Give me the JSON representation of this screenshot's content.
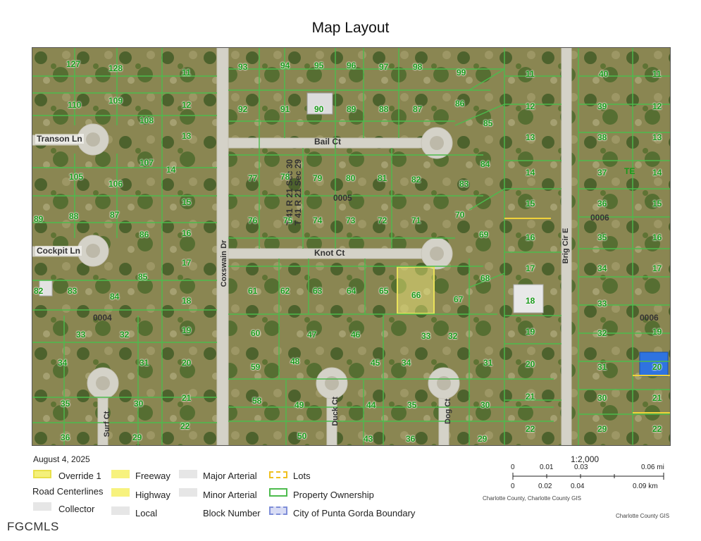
{
  "title": "Map Layout",
  "date": "August 4, 2025",
  "streets": {
    "transon": "Transon Ln",
    "cockpit": "Cockpit Ln",
    "coxswain": "Coxswain Dr",
    "bail": "Bail Ct",
    "knot": "Knot Ct",
    "brig": "Brig Cir E",
    "surf": "Surf Ct",
    "duck": "Duck Ct",
    "dog": "Dog Ct"
  },
  "section_labels": {
    "sec30": "T 41 R 21 Sec 30",
    "sec29": "T 41 R 21 Sec 29",
    "te": "TE"
  },
  "block_numbers": [
    "0005",
    "0006",
    "0004",
    "0006"
  ],
  "lot_numbers": {
    "topleft": [
      "127",
      "128",
      "11",
      "109",
      "110",
      "12",
      "108",
      "13",
      "107",
      "105",
      "106",
      "14",
      "88",
      "89",
      "87",
      "15",
      "86",
      "16",
      "17",
      "85",
      "82",
      "83",
      "84",
      "18",
      "33",
      "32",
      "19",
      "34",
      "31",
      "20",
      "35",
      "30",
      "21",
      "36",
      "29",
      "22"
    ],
    "center": [
      "93",
      "94",
      "95",
      "96",
      "97",
      "98",
      "99",
      "92",
      "91",
      "90",
      "89",
      "88",
      "87",
      "86",
      "85",
      "77",
      "78",
      "79",
      "80",
      "81",
      "82",
      "84",
      "83",
      "76",
      "75",
      "74",
      "73",
      "72",
      "71",
      "70",
      "69",
      "61",
      "62",
      "63",
      "64",
      "65",
      "66",
      "67",
      "68",
      "60",
      "47",
      "46",
      "45",
      "34",
      "33",
      "32",
      "31",
      "59",
      "48",
      "49",
      "44",
      "35",
      "30",
      "58",
      "50",
      "43",
      "36",
      "29"
    ],
    "right": [
      "11",
      "12",
      "13",
      "14",
      "15",
      "16",
      "17",
      "18",
      "19",
      "20",
      "21",
      "22",
      "40",
      "39",
      "38",
      "37",
      "36",
      "35",
      "34",
      "33",
      "32",
      "31",
      "30",
      "29",
      "11",
      "12",
      "13",
      "14",
      "15",
      "16",
      "17",
      "19",
      "20",
      "21",
      "22"
    ]
  },
  "legend": {
    "override": "Override 1",
    "road_centerlines": "Road Centerlines",
    "collector": "Collector",
    "freeway": "Freeway",
    "highway": "Highway",
    "local": "Local",
    "major_arterial": "Major Arterial",
    "minor_arterial": "Minor Arterial",
    "block_number": "Block Number",
    "lots": "Lots",
    "property_ownership": "Property Ownership",
    "city_boundary": "City of Punta Gorda Boundary"
  },
  "scale": {
    "ratio": "1:2,000",
    "mi_ticks": [
      "0",
      "0.01",
      "0.03",
      "0.06 mi"
    ],
    "km_ticks": [
      "0",
      "0.02",
      "0.04",
      "0.09 km"
    ]
  },
  "credits": {
    "scale_credit": "Charlotte County, Charlotte County GIS",
    "right_credit": "Charlotte County GIS"
  },
  "brand": "FGCMLS",
  "colors": {
    "parcel_line": "#4dbb4d",
    "lot_number": "#1a9a1a",
    "highlight": "#f4f07a",
    "road": "#d9d9d9"
  }
}
